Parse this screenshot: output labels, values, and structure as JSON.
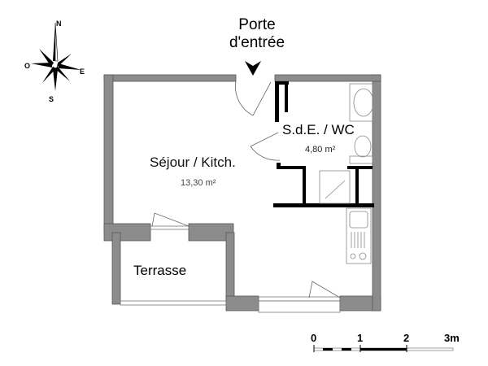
{
  "plan": {
    "entrance": {
      "label": "Porte\nd'entrée",
      "line1": "Porte",
      "line2": "d'entrée"
    },
    "rooms": [
      {
        "name": "Séjour / Kitch.",
        "area": "13,30 m²"
      },
      {
        "name": "S.d.E. / WC",
        "area": "4,80 m²"
      },
      {
        "name": "Terrasse",
        "area": ""
      }
    ],
    "compass": {
      "north": "N",
      "south": "S",
      "east": "E",
      "west": "O"
    },
    "scale": {
      "ticks": [
        "0",
        "1",
        "2",
        "3m"
      ]
    },
    "colors": {
      "exterior_wall": "#8c8c8c",
      "interior_wall": "#000000",
      "background": "#ffffff"
    }
  }
}
